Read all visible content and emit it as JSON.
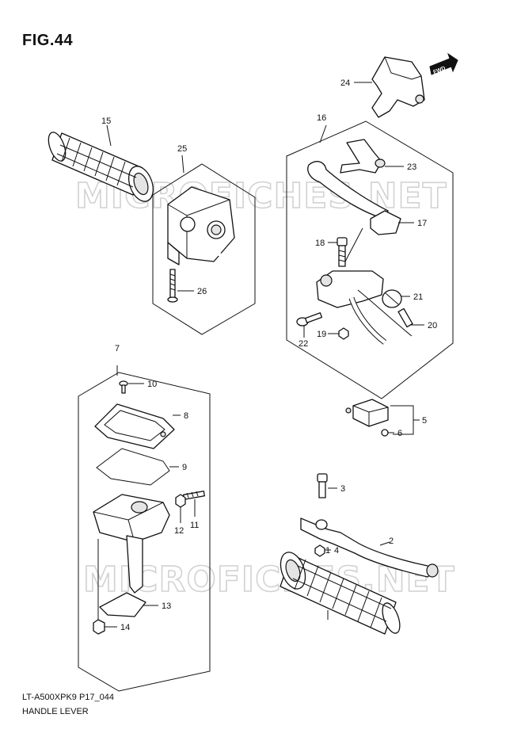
{
  "figure": {
    "title": "FIG.44",
    "code": "LT-A500XPK9 P17_044",
    "name": "HANDLE LEVER"
  },
  "watermark": "MICROFICHES.NET",
  "fwd_badge": "FWD",
  "callouts": {
    "c1": "1",
    "c2": "2",
    "c3": "3",
    "c4": "4",
    "c5": "5",
    "c6": "6",
    "c7": "7",
    "c8": "8",
    "c9": "9",
    "c10": "10",
    "c11": "11",
    "c12": "12",
    "c13": "13",
    "c14": "14",
    "c15": "15",
    "c16": "16",
    "c17": "17",
    "c18": "18",
    "c19": "19",
    "c20": "20",
    "c21": "21",
    "c22": "22",
    "c23": "23",
    "c24": "24",
    "c25": "25",
    "c26": "26"
  }
}
